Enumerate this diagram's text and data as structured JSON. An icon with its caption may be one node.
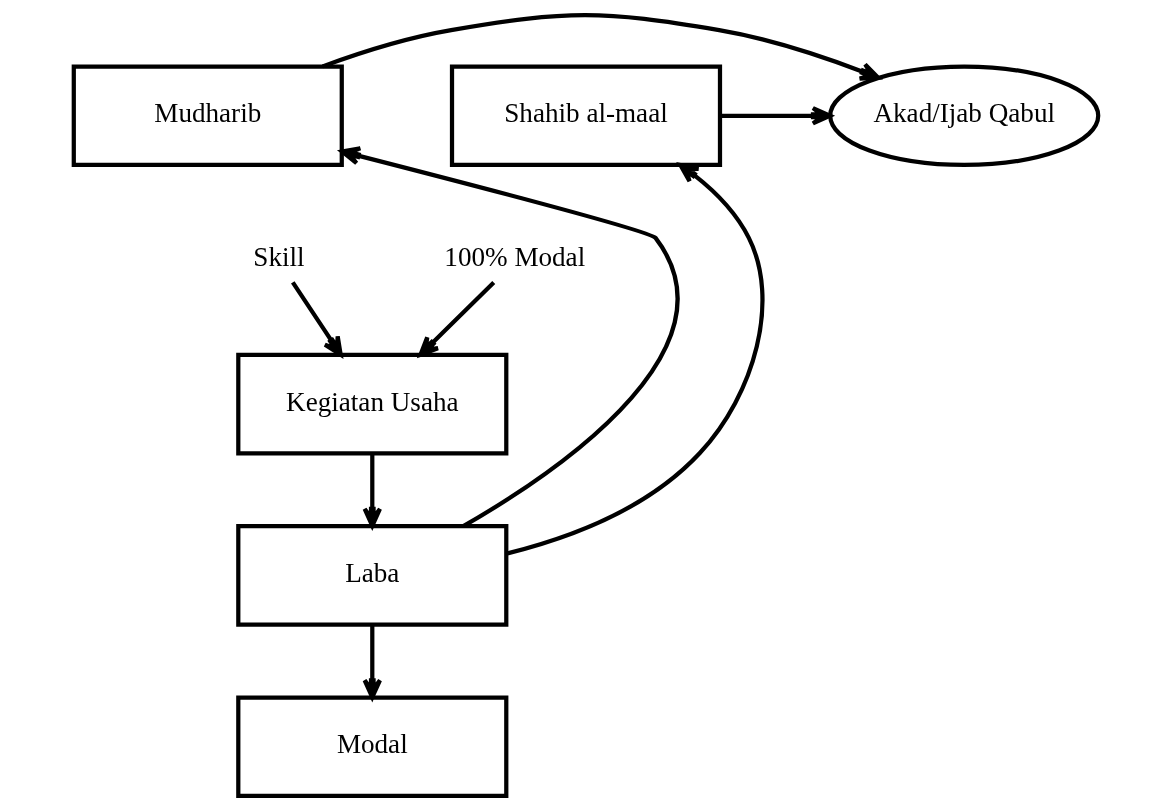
{
  "diagram": {
    "nodes": [
      {
        "text": [
          "Mudharib"
        ]
      },
      {
        "text": [
          "Akad/Ijab Qabul"
        ]
      },
      {
        "text": [
          "Shahib al-maal"
        ]
      },
      {
        "text": [
          "Skill"
        ]
      },
      {
        "text": [
          "100% Modal"
        ]
      },
      {
        "text": [
          "Kegiatan Usaha"
        ]
      },
      {
        "text": [
          "Laba"
        ]
      },
      {
        "text": [
          "Modal"
        ]
      }
    ],
    "edges": [
      {
        "from": 0,
        "to": 1,
        "arrow": "to"
      },
      {
        "from": 2,
        "to": 1,
        "arrow": "to"
      },
      {
        "from": 3,
        "to": 5,
        "arrow": "to"
      },
      {
        "from": 4,
        "to": 5,
        "arrow": "to"
      },
      {
        "from": 5,
        "to": 6,
        "arrow": "to"
      },
      {
        "from": 6,
        "to": 0,
        "arrow": "to"
      },
      {
        "from": 6,
        "to": 2,
        "arrow": "to"
      },
      {
        "from": 6,
        "to": 7,
        "arrow": "to"
      }
    ]
  }
}
